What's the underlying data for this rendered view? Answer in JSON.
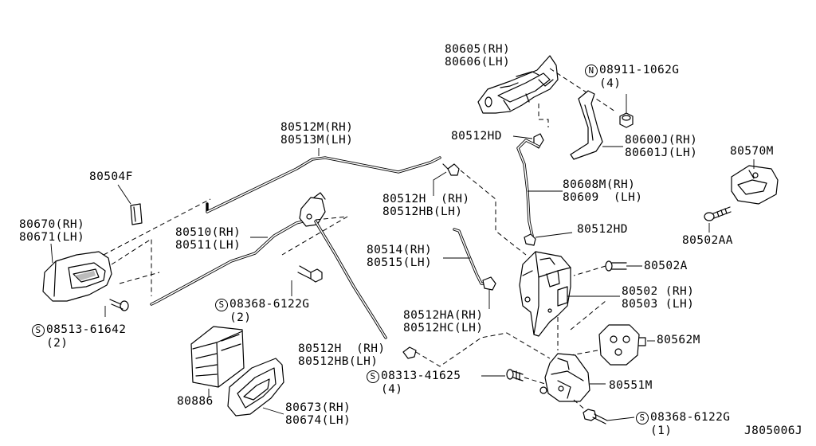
{
  "diagram": {
    "code": "J805006J",
    "parts": {
      "ext_handle": [
        "80605(RH)",
        "80606(LH)"
      ],
      "nut": {
        "sym": "N",
        "code": "08911-1062G",
        "qty": "(4)"
      },
      "bracket": [
        "80600J(RH)",
        "80601J(LH)"
      ],
      "clip_hd_top": "80512HD",
      "rod_ext": [
        "80608M(RH)",
        "80609  (LH)"
      ],
      "striker": "80570M",
      "striker_screw": "80502AA",
      "clip_hd_mid": "80512HD",
      "lock_screw": "80502A",
      "lock": [
        "80502 (RH)",
        "80503 (LH)"
      ],
      "actuator_part": "80562M",
      "actuator": "80551M",
      "bolt_bottom": {
        "sym": "S",
        "code": "08368-6122G",
        "qty": "(1)"
      },
      "rod_long": [
        "80512M(RH)",
        "80513M(LH)"
      ],
      "pad_small": "80504F",
      "clip_h_top": [
        "80512H  (RH)",
        "80512HB(LH)"
      ],
      "rod_lock": [
        "80514(RH)",
        "80515(LH)"
      ],
      "clip_ha": [
        "80512HA(RH)",
        "80512HC(LH)"
      ],
      "int_handle": [
        "80670(RH)",
        "80671(LH)"
      ],
      "rod_int": [
        "80510(RH)",
        "80511(LH)"
      ],
      "bolt_mid": {
        "sym": "S",
        "code": "08368-6122G",
        "qty": "(2)"
      },
      "screw_left": {
        "sym": "S",
        "code": "08513-61642",
        "qty": "(2)"
      },
      "clip_h_bottom": [
        "80512H  (RH)",
        "80512HB(LH)"
      ],
      "screw_center": {
        "sym": "S",
        "code": "08313-41625",
        "qty": "(4)"
      },
      "pad_large": "80886",
      "escutcheon": [
        "80673(RH)",
        "80674(LH)"
      ]
    }
  }
}
